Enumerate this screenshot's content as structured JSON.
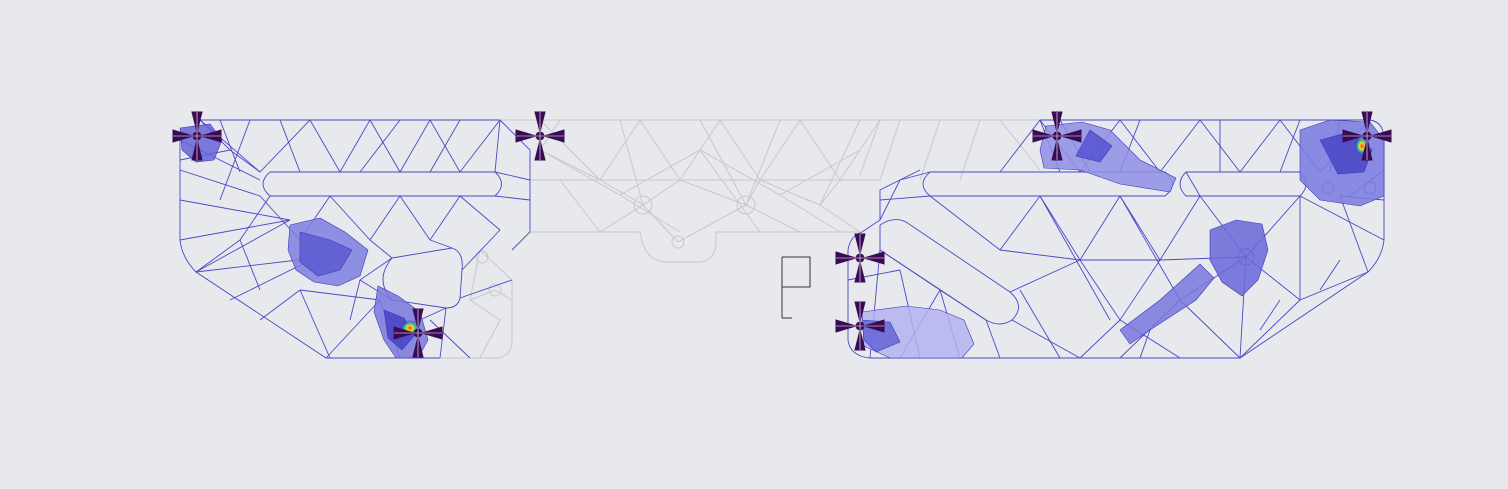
{
  "viewport": {
    "background": "#e8e9ec"
  },
  "colors": {
    "mesh_active": "#4b47c9",
    "mesh_inactive": "#c8c8cc",
    "stress_fill_low": "#8f8fe6",
    "stress_fill_mid": "#5a5ad6",
    "stress_fill_hot": "#ff3a1a",
    "support_marker": "#3a0a55",
    "axis_triad": "#333333"
  },
  "icons": {
    "support": "fixed-support-cross-icon",
    "axis": "coordinate-axis-triad-icon"
  },
  "support_markers": [
    {
      "id": "support-top-left-1"
    },
    {
      "id": "support-top-left-2"
    },
    {
      "id": "support-top-right-1"
    },
    {
      "id": "support-top-right-2"
    },
    {
      "id": "support-bottom-left"
    },
    {
      "id": "support-mid-center"
    },
    {
      "id": "support-bottom-center"
    }
  ]
}
